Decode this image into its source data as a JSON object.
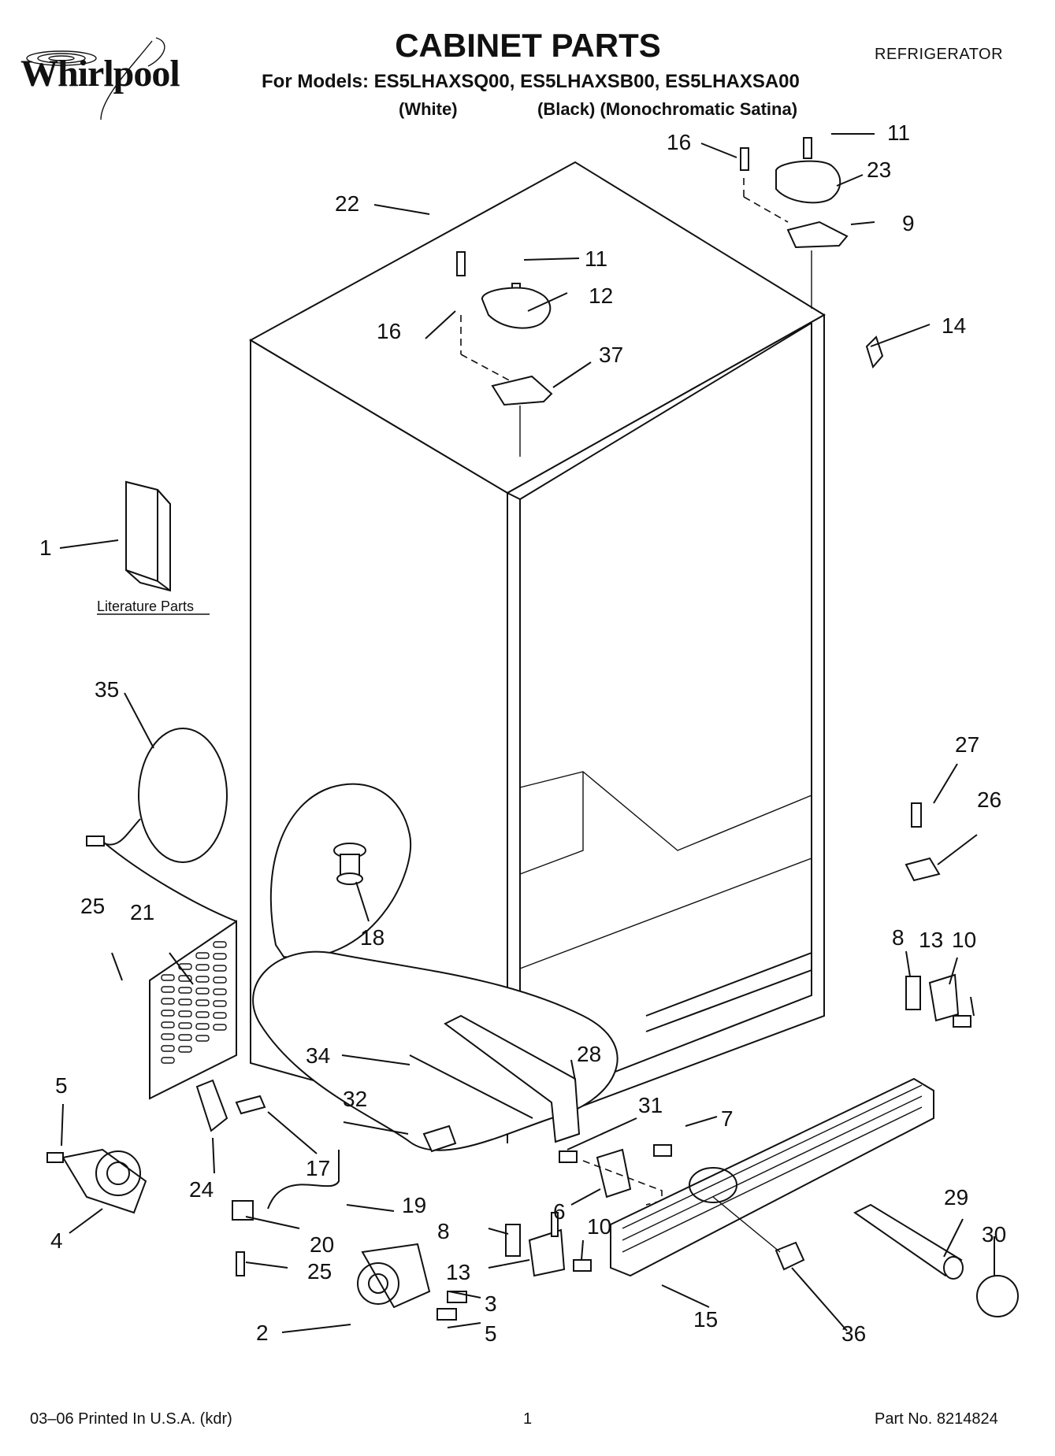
{
  "header": {
    "brand": "Whirlpool",
    "title": "CABINET PARTS",
    "category": "REFRIGERATOR",
    "models_line": "For Models: ES5LHAXSQ00, ES5LHAXSB00, ES5LHAXSA00",
    "model_color_labels": [
      "(White)",
      "(Black) (Monochromatic Satina)"
    ]
  },
  "diagram": {
    "literature_label": "Literature Parts",
    "callouts": [
      {
        "id": "c1",
        "label": "1"
      },
      {
        "id": "c2",
        "label": "2"
      },
      {
        "id": "c3",
        "label": "3"
      },
      {
        "id": "c4",
        "label": "4"
      },
      {
        "id": "c5a",
        "label": "5"
      },
      {
        "id": "c5b",
        "label": "5"
      },
      {
        "id": "c6",
        "label": "6"
      },
      {
        "id": "c7",
        "label": "7"
      },
      {
        "id": "c8a",
        "label": "8"
      },
      {
        "id": "c8b",
        "label": "8"
      },
      {
        "id": "c9",
        "label": "9"
      },
      {
        "id": "c10a",
        "label": "10"
      },
      {
        "id": "c10b",
        "label": "10"
      },
      {
        "id": "c11a",
        "label": "11"
      },
      {
        "id": "c11b",
        "label": "11"
      },
      {
        "id": "c12",
        "label": "12"
      },
      {
        "id": "c13a",
        "label": "13"
      },
      {
        "id": "c13b",
        "label": "13"
      },
      {
        "id": "c14",
        "label": "14"
      },
      {
        "id": "c15",
        "label": "15"
      },
      {
        "id": "c16a",
        "label": "16"
      },
      {
        "id": "c16b",
        "label": "16"
      },
      {
        "id": "c17",
        "label": "17"
      },
      {
        "id": "c18",
        "label": "18"
      },
      {
        "id": "c19",
        "label": "19"
      },
      {
        "id": "c20",
        "label": "20"
      },
      {
        "id": "c21",
        "label": "21"
      },
      {
        "id": "c22",
        "label": "22"
      },
      {
        "id": "c23",
        "label": "23"
      },
      {
        "id": "c24",
        "label": "24"
      },
      {
        "id": "c25a",
        "label": "25"
      },
      {
        "id": "c25b",
        "label": "25"
      },
      {
        "id": "c26",
        "label": "26"
      },
      {
        "id": "c27",
        "label": "27"
      },
      {
        "id": "c28",
        "label": "28"
      },
      {
        "id": "c29",
        "label": "29"
      },
      {
        "id": "c30",
        "label": "30"
      },
      {
        "id": "c31",
        "label": "31"
      },
      {
        "id": "c32",
        "label": "32"
      },
      {
        "id": "c34",
        "label": "34"
      },
      {
        "id": "c35",
        "label": "35"
      },
      {
        "id": "c36",
        "label": "36"
      },
      {
        "id": "c37",
        "label": "37"
      }
    ]
  },
  "footer": {
    "print_info": "03–06 Printed In U.S.A. (kdr)",
    "page_number": "1",
    "part_number": "Part No. 8214824"
  }
}
